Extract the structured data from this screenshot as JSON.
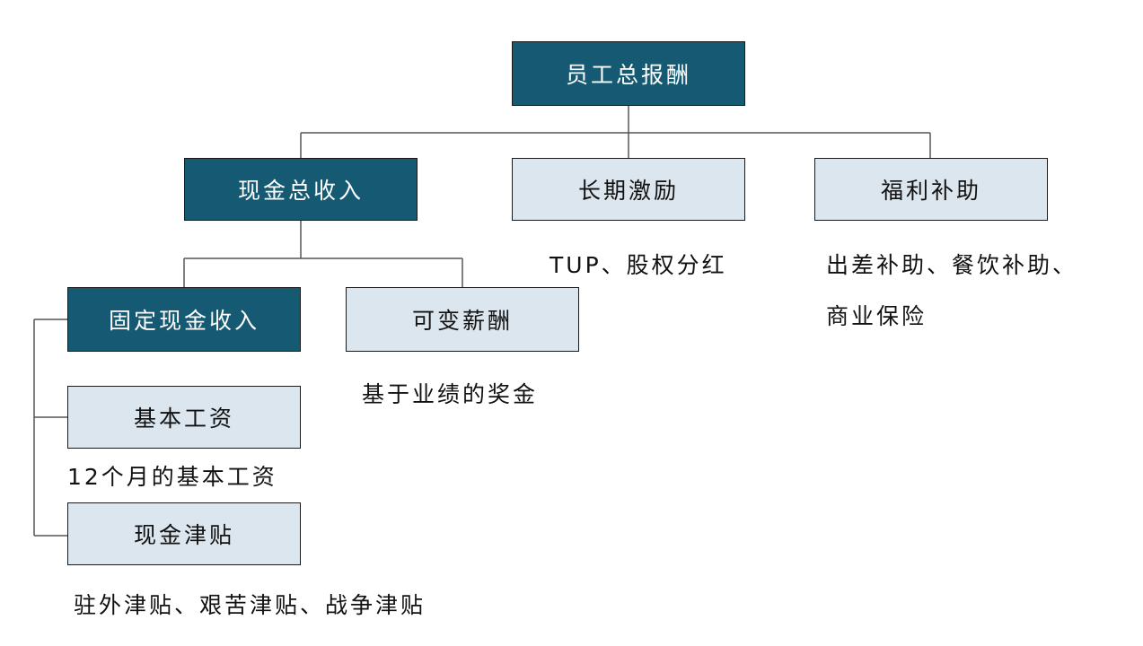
{
  "colors": {
    "dark_box": "#155a72",
    "light_box": "#dce6ee",
    "line": "#555555"
  },
  "nodes": {
    "root": "员工总报酬",
    "cash_total": "现金总收入",
    "long_term_incentive": "长期激励",
    "benefits": "福利补助",
    "fixed_cash": "固定现金收入",
    "variable_pay": "可变薪酬",
    "base_salary": "基本工资",
    "cash_allowance": "现金津贴"
  },
  "notes": {
    "long_term_incentive": "TUP、股权分红",
    "benefits_line1": "出差补助、餐饮补助、",
    "benefits_line2": "商业保险",
    "variable_pay": "基于业绩的奖金",
    "base_salary": "12个月的基本工资",
    "cash_allowance": "驻外津贴、艰苦津贴、战争津贴"
  }
}
